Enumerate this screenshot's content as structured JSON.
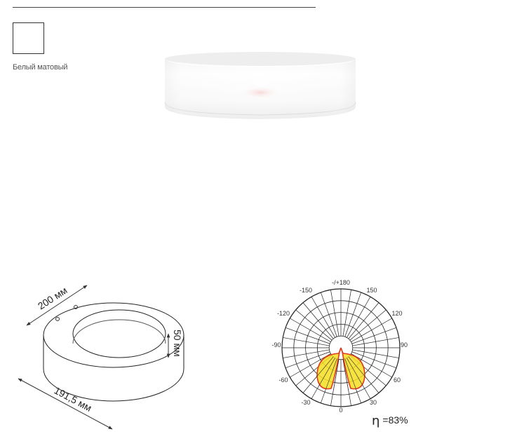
{
  "finish": {
    "label": "Белый матовый",
    "color": "#ffffff"
  },
  "product_image": {
    "name": "round surface luminaire, white"
  },
  "dimensions": {
    "width": "200 мм",
    "height": "50 мм",
    "depth": "191,5 мм"
  },
  "polar_diagram": {
    "labels": {
      "top": "-/+180",
      "l150": "-150",
      "r150": "150",
      "l120": "-120",
      "r120": "120",
      "l90": "-90",
      "r90": "90",
      "l60": "-60",
      "r60": "60",
      "l30": "-30",
      "r30": "30",
      "bottom": "0"
    },
    "fill_color": "#f5dd1e",
    "outline_color": "#e03a1e"
  },
  "efficiency": {
    "symbol": "η",
    "value": "=83%"
  }
}
